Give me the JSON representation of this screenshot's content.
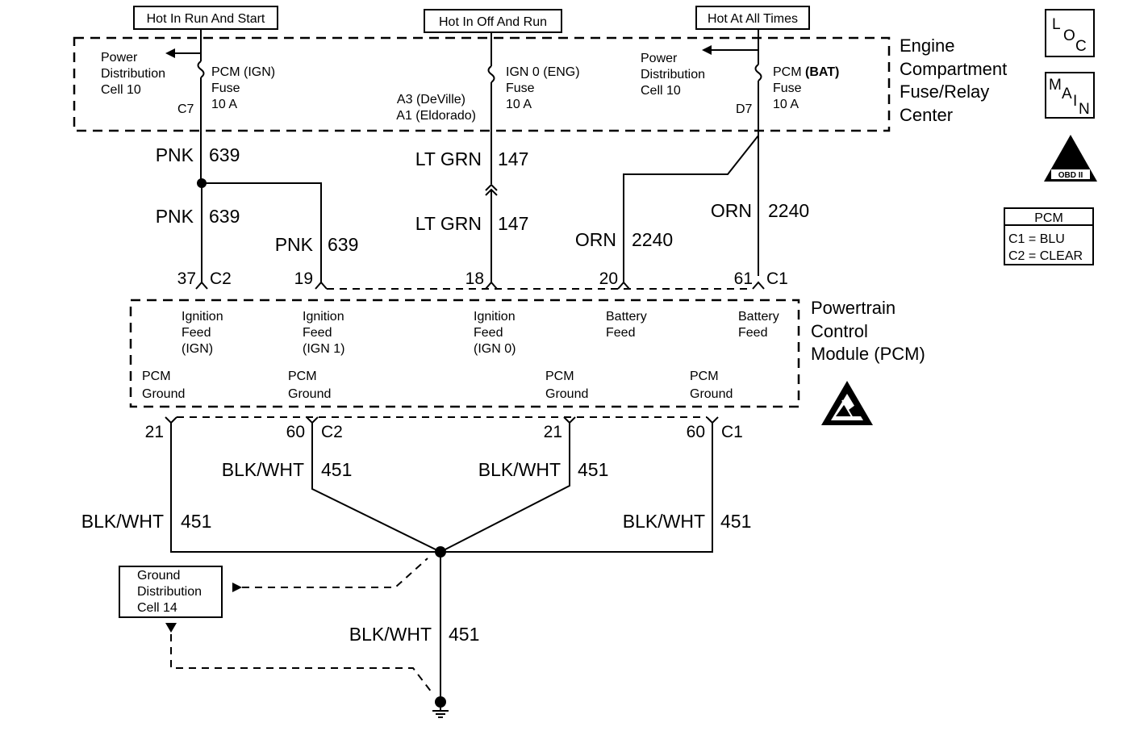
{
  "power_headers": {
    "run_start": "Hot In Run And Start",
    "off_run": "Hot In Off And Run",
    "all_times": "Hot At All Times"
  },
  "fuse_center": {
    "title_lines": [
      "Engine",
      "Compartment",
      "Fuse/Relay",
      "Center"
    ],
    "left": {
      "ref_lines": [
        "Power",
        "Distribution",
        "Cell 10"
      ],
      "fuse_lines": [
        "PCM (IGN)",
        "Fuse",
        "10 A"
      ],
      "terminal": "C7"
    },
    "mid": {
      "fuse_lines": [
        "IGN 0 (ENG)",
        "Fuse",
        "10 A"
      ],
      "terminal_lines": [
        "A3 (DeVille)",
        "A1 (Eldorado)"
      ]
    },
    "right": {
      "ref_lines": [
        "Power",
        "Distribution",
        "Cell 10"
      ],
      "fuse_line1_a": "PCM ",
      "fuse_line1_b": "(BAT)",
      "fuse_lines": [
        "Fuse",
        "10 A"
      ],
      "terminal": "D7"
    }
  },
  "wires": {
    "pnk_upper": {
      "color": "PNK",
      "circuit": "639"
    },
    "pnk_lower": {
      "color": "PNK",
      "circuit": "639"
    },
    "pnk_branch": {
      "color": "PNK",
      "circuit": "639"
    },
    "ltgrn_upper": {
      "color": "LT GRN",
      "circuit": "147"
    },
    "ltgrn_lower": {
      "color": "LT GRN",
      "circuit": "147"
    },
    "orn_left": {
      "color": "ORN",
      "circuit": "2240"
    },
    "orn_right": {
      "color": "ORN",
      "circuit": "2240"
    },
    "gnd_c2_60": {
      "color": "BLK/WHT",
      "circuit": "451"
    },
    "gnd_c1_21": {
      "color": "BLK/WHT",
      "circuit": "451"
    },
    "gnd_c2_21": {
      "color": "BLK/WHT",
      "circuit": "451"
    },
    "gnd_c1_60": {
      "color": "BLK/WHT",
      "circuit": "451"
    },
    "gnd_main": {
      "color": "BLK/WHT",
      "circuit": "451"
    }
  },
  "pins_top": {
    "p37": "37",
    "c2": "C2",
    "p19": "19",
    "p18": "18",
    "p20": "20",
    "p61": "61",
    "c1": "C1"
  },
  "pins_bottom": {
    "p21a": "21",
    "p60a": "60",
    "c2": "C2",
    "p21b": "21",
    "p60b": "60",
    "c1": "C1"
  },
  "pcm": {
    "title_lines": [
      "Powertrain",
      "Control",
      "Module (PCM)"
    ],
    "feeds": [
      [
        "Ignition",
        "Feed",
        "(IGN)"
      ],
      [
        "Ignition",
        "Feed",
        "(IGN 1)"
      ],
      [
        "Ignition",
        "Feed",
        "(IGN 0)"
      ],
      [
        "Battery",
        "Feed"
      ],
      [
        "Battery",
        "Feed"
      ]
    ],
    "grounds": [
      [
        "PCM",
        "Ground"
      ],
      [
        "PCM",
        "Ground"
      ],
      [
        "PCM",
        "Ground"
      ],
      [
        "PCM",
        "Ground"
      ]
    ]
  },
  "ground_dist": {
    "lines": [
      "Ground",
      "Distribution",
      "Cell 14"
    ]
  },
  "side_icons": {
    "loc": [
      "L",
      "O",
      "C"
    ],
    "main": [
      "M",
      "A",
      "I",
      "N"
    ],
    "obd_numeral": "II",
    "obd_label": "OBD II"
  },
  "connector_legend": {
    "title": "PCM",
    "rows": [
      "C1 = BLU",
      "C2 = CLEAR"
    ]
  }
}
